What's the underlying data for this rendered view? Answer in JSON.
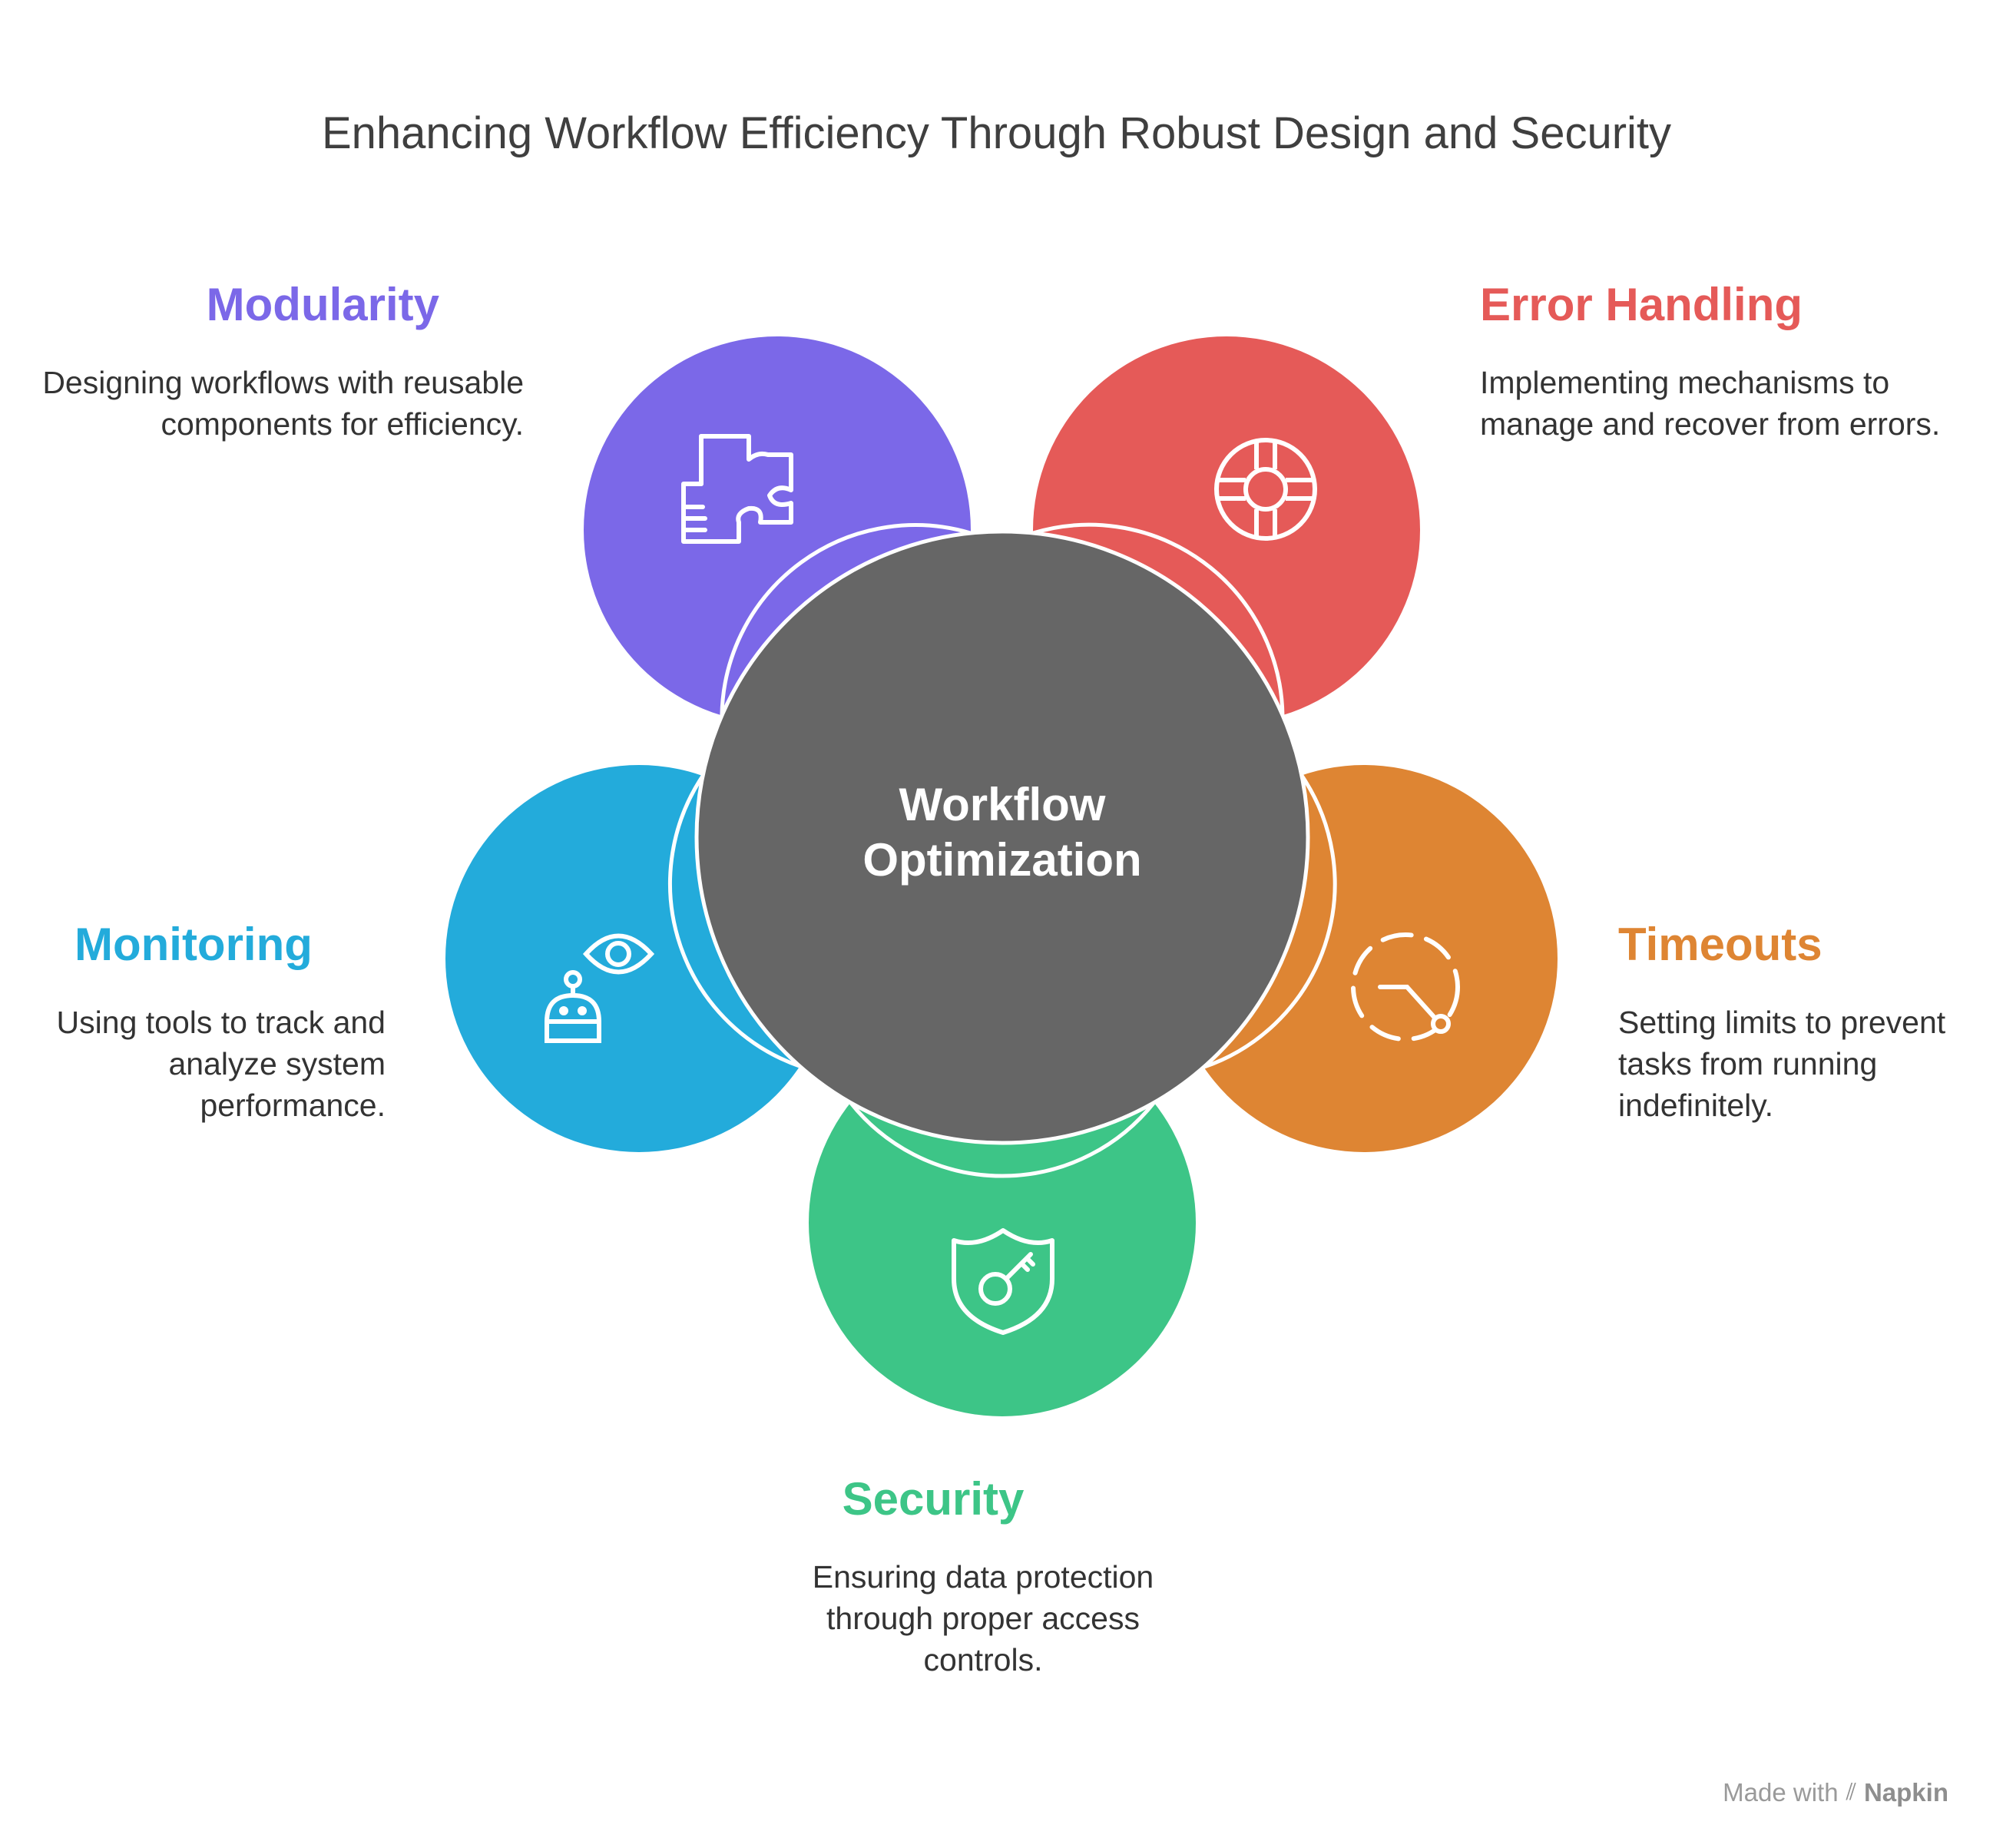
{
  "title": "Enhancing Workflow Efficiency Through Robust Design and Security",
  "center": {
    "line1": "Workflow",
    "line2": "Optimization",
    "color": "#666666"
  },
  "items": [
    {
      "key": "modularity",
      "title": "Modularity",
      "desc": "Designing workflows with reusable components for efficiency.",
      "color": "#7B68E8",
      "icon": "puzzle-icon"
    },
    {
      "key": "error",
      "title": "Error Handling",
      "desc": "Implementing mechanisms to manage and recover from errors.",
      "color": "#E55A58",
      "icon": "lifebuoy-icon"
    },
    {
      "key": "monitoring",
      "title": "Monitoring",
      "desc": "Using tools to track and analyze system performance.",
      "color": "#23ABDB",
      "icon": "robot-eye-icon"
    },
    {
      "key": "timeouts",
      "title": "Timeouts",
      "desc": "Setting limits to prevent tasks from running indefinitely.",
      "color": "#DE8533",
      "icon": "timer-icon"
    },
    {
      "key": "security",
      "title": "Security",
      "desc": "Ensuring data protection through proper access controls.",
      "color": "#3DC587",
      "icon": "shield-key-icon"
    }
  ],
  "footer": {
    "prefix": "Made with",
    "brand": "Napkin"
  }
}
